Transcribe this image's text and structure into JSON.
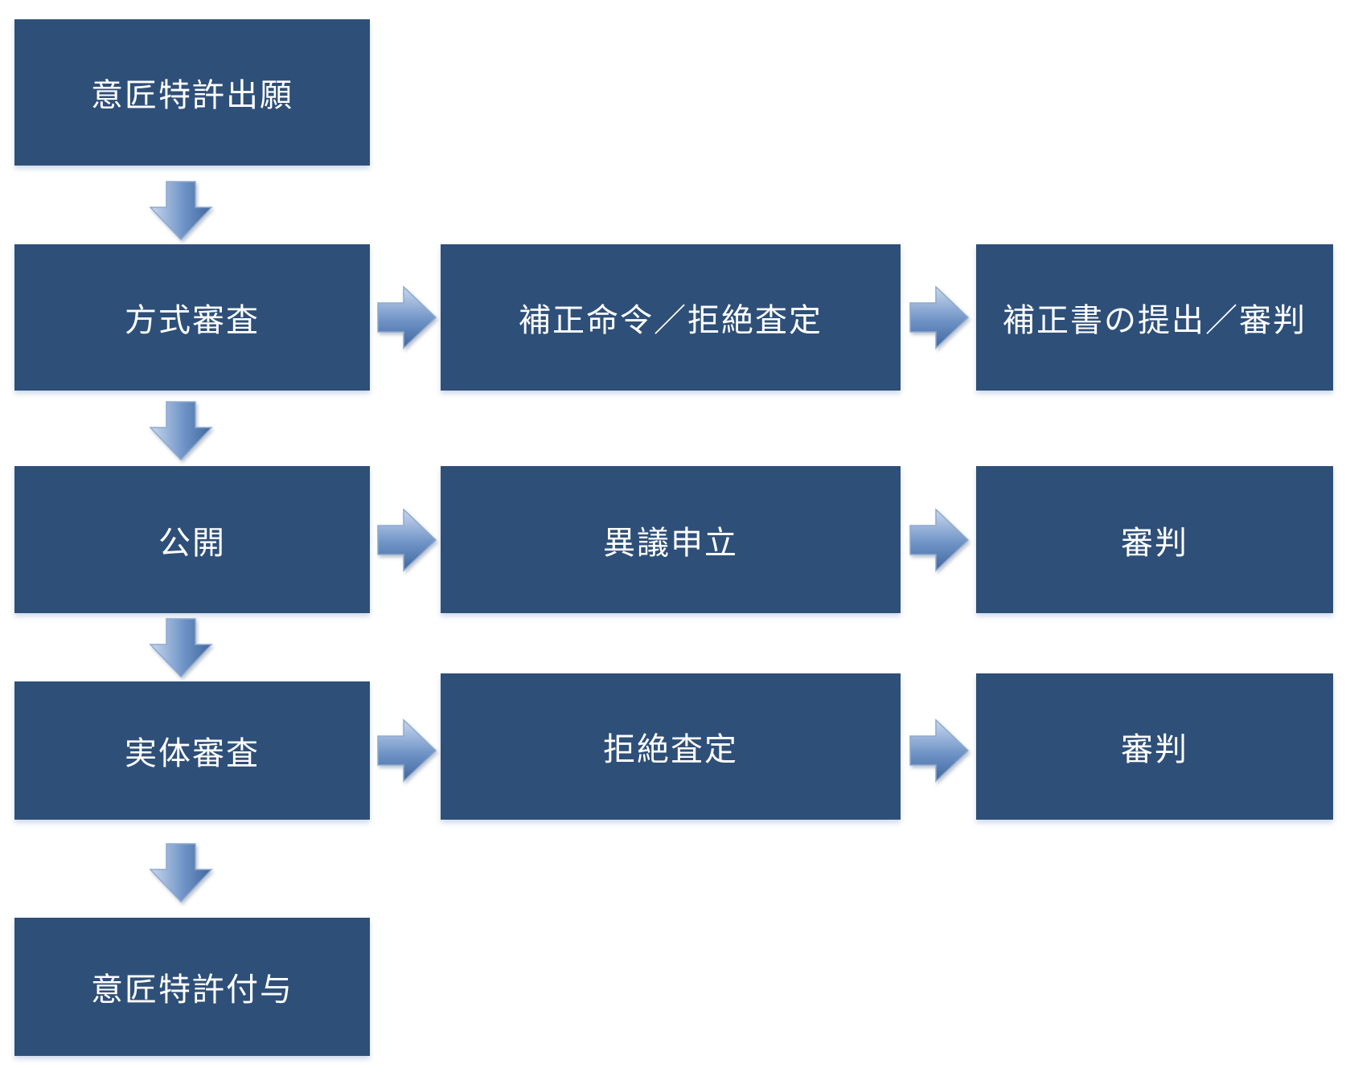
{
  "colors": {
    "box_fill": "#2e4f78",
    "box_text": "#ffffff",
    "arrow_light": "#c9d8ee",
    "arrow_dark": "#4e78b3"
  },
  "flow": {
    "main": [
      "意匠特許出願",
      "方式審査",
      "公開",
      "実体審査",
      "意匠特許付与"
    ],
    "formality_branch": [
      "補正命令／拒絶査定",
      "補正書の提出／審判"
    ],
    "publication_branch": [
      "異議申立",
      "審判"
    ],
    "substantive_branch": [
      "拒絶査定",
      "審判"
    ]
  }
}
